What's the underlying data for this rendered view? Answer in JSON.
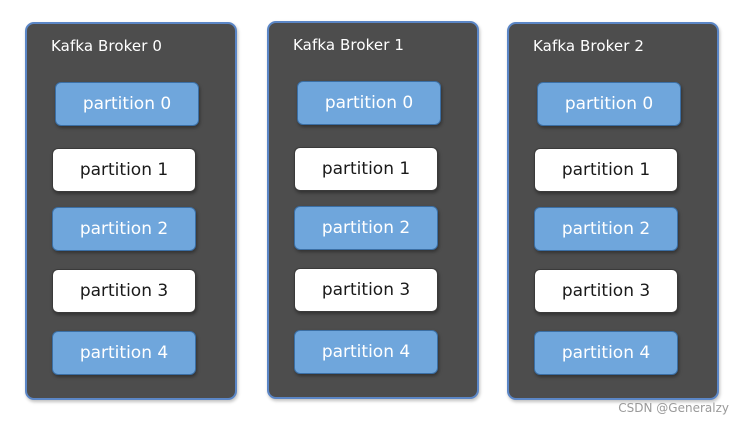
{
  "brokers": [
    {
      "title": "Kafka Broker 0",
      "partitions": [
        {
          "label": "partition 0",
          "style": "blue"
        },
        {
          "label": "partition 1",
          "style": "white"
        },
        {
          "label": "partition 2",
          "style": "blue"
        },
        {
          "label": "partition 3",
          "style": "white"
        },
        {
          "label": "partition 4",
          "style": "blue"
        }
      ]
    },
    {
      "title": "Kafka Broker 1",
      "partitions": [
        {
          "label": "partition 0",
          "style": "blue"
        },
        {
          "label": "partition 1",
          "style": "white"
        },
        {
          "label": "partition 2",
          "style": "blue"
        },
        {
          "label": "partition 3",
          "style": "white"
        },
        {
          "label": "partition 4",
          "style": "blue"
        }
      ]
    },
    {
      "title": "Kafka Broker 2",
      "partitions": [
        {
          "label": "partition 0",
          "style": "blue"
        },
        {
          "label": "partition 1",
          "style": "white"
        },
        {
          "label": "partition 2",
          "style": "blue"
        },
        {
          "label": "partition 3",
          "style": "white"
        },
        {
          "label": "partition 4",
          "style": "blue"
        }
      ]
    }
  ],
  "watermark": "CSDN @Generalzy",
  "colors": {
    "broker_bg": "#4d4d4d",
    "broker_border": "#5b86c6",
    "partition_blue": "#6fa6dc",
    "partition_white": "#ffffff"
  }
}
